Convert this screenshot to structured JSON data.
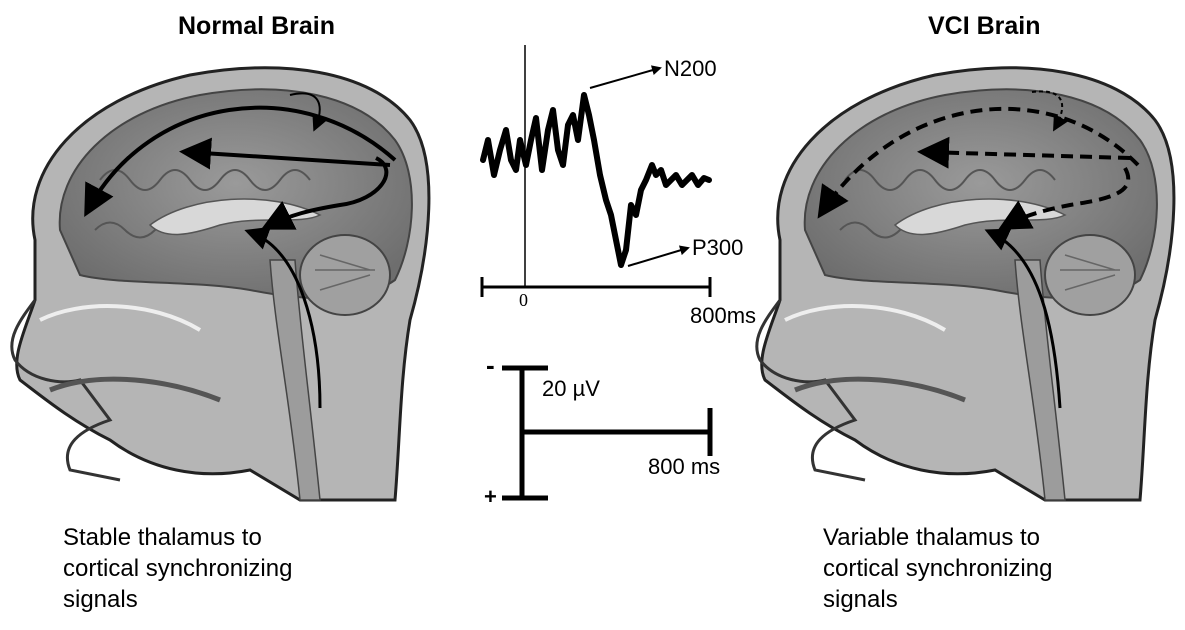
{
  "left_panel": {
    "title": "Normal Brain",
    "caption": "Stable thalamus to\ncortical synchronizing\nsignals"
  },
  "right_panel": {
    "title": "VCI Brain",
    "caption": "Variable thalamus to\ncortical synchronizing\nsignals"
  },
  "waveform": {
    "peak_label_1": "N200",
    "peak_label_2": "P300",
    "axis_zero": "0",
    "axis_end": "800ms"
  },
  "scale_bar": {
    "amplitude": "20 µV",
    "time": "800 ms",
    "minus": "-",
    "plus": "+"
  },
  "colors": {
    "skin": "#b8b8b8",
    "brain": "#8a8a8a",
    "dark": "#3a3a3a",
    "background": "#ffffff"
  }
}
